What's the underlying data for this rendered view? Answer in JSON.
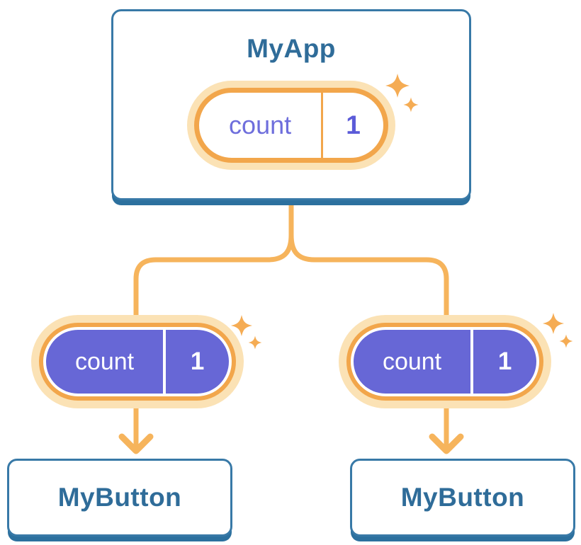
{
  "tree": {
    "root": {
      "name": "MyApp",
      "state": {
        "label": "count",
        "value": "1"
      }
    },
    "children": [
      {
        "name": "MyButton",
        "state": {
          "label": "count",
          "value": "1"
        }
      },
      {
        "name": "MyButton",
        "state": {
          "label": "count",
          "value": "1"
        }
      }
    ]
  },
  "icons": {
    "sparkle": "✦ four-point star",
    "arrow_down": "↓ chevron arrowhead"
  },
  "colors": {
    "page_bg": "#FFFFFF",
    "card_bg": "#FFFFFF",
    "card_border_blue": "#3879A7",
    "card_shadow_blue": "#2C709E",
    "title_blue": "#2F6C99",
    "accent_orange": "#F2A64B",
    "halo_orange": "#FBE2B5",
    "line_orange": "#F6B45C",
    "sparkle_orange": "#F5AC54",
    "pill_bg": "#FFFFFF",
    "pill_purple": "#6767D6",
    "pill_text_purple": "#6E6EDC",
    "pill_value_purple": "#5B5BD8",
    "divider_white": "#FFFFFF"
  }
}
